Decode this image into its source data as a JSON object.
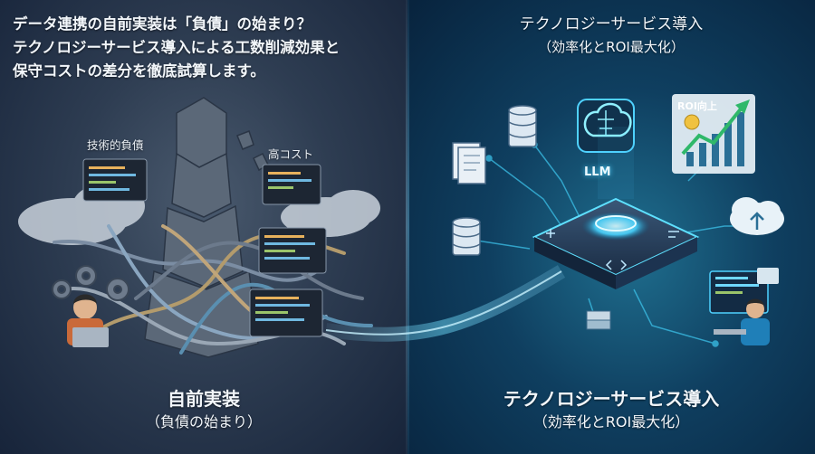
{
  "intro_lines": [
    "データ連携の自前実装は「負債」の始まり？",
    "テクノロジーサービス導入による工数削減効果と",
    "保守コストの差分を徹底試算します。"
  ],
  "right_heading": {
    "title": "テクノロジーサービス導入",
    "subtitle": "（効率化とROI最大化）"
  },
  "left_labels": {
    "tech_debt": "技術的負債",
    "high_cost": "高コスト"
  },
  "right_labels": {
    "llm": "LLM",
    "roi_up": "ROI向上"
  },
  "captions": {
    "left_title": "自前実装",
    "left_subtitle": "（負債の始まり）",
    "right_title": "テクノロジーサービス導入",
    "right_subtitle": "（効率化とROI最大化）"
  },
  "colors": {
    "left_panel": "#2e3d52",
    "right_panel": "#0f3f60",
    "glow": "#4fd2ff",
    "text": "#f2f6fa"
  }
}
